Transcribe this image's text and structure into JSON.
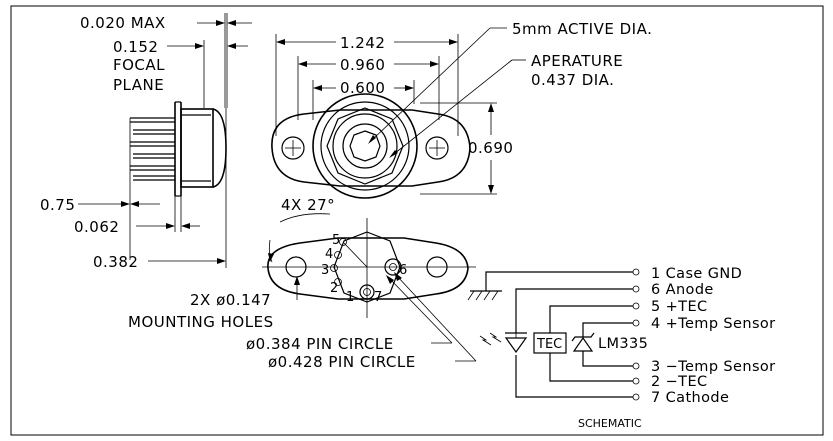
{
  "side_view": {
    "max_dim": "0.020  MAX",
    "focal_dim": "0.152",
    "focal_label_1": "FOCAL",
    "focal_label_2": "PLANE",
    "d_075": "0.75",
    "d_0062": "0.062",
    "d_0382": "0.382"
  },
  "top_view": {
    "active_dia": "5mm  ACTIVE  DIA.",
    "aperture_1": "APERATURE",
    "aperture_2": "0.437  DIA.",
    "d_1242": "1.242",
    "d_0960": "0.960",
    "d_0600": "0.600",
    "d_0690": "0.690"
  },
  "pin_view": {
    "angle": "4X  27°",
    "pins": [
      "5",
      "4",
      "3",
      "2",
      "1",
      "7",
      "6"
    ],
    "holes_1": "2X  ø0.147",
    "holes_2": "MOUNTING  HOLES",
    "pin_circle_1": "ø0.384  PIN  CIRCLE",
    "pin_circle_2": "ø0.428  PIN  CIRCLE"
  },
  "schematic": {
    "pins": [
      "1  Case GND",
      "6  Anode",
      "5  +TEC",
      "4  +Temp Sensor",
      "3  −Temp Sensor",
      "2  −TEC",
      "7  Cathode"
    ],
    "tec_label": "TEC",
    "sensor_label": "LM335",
    "title": "SCHEMATIC"
  }
}
